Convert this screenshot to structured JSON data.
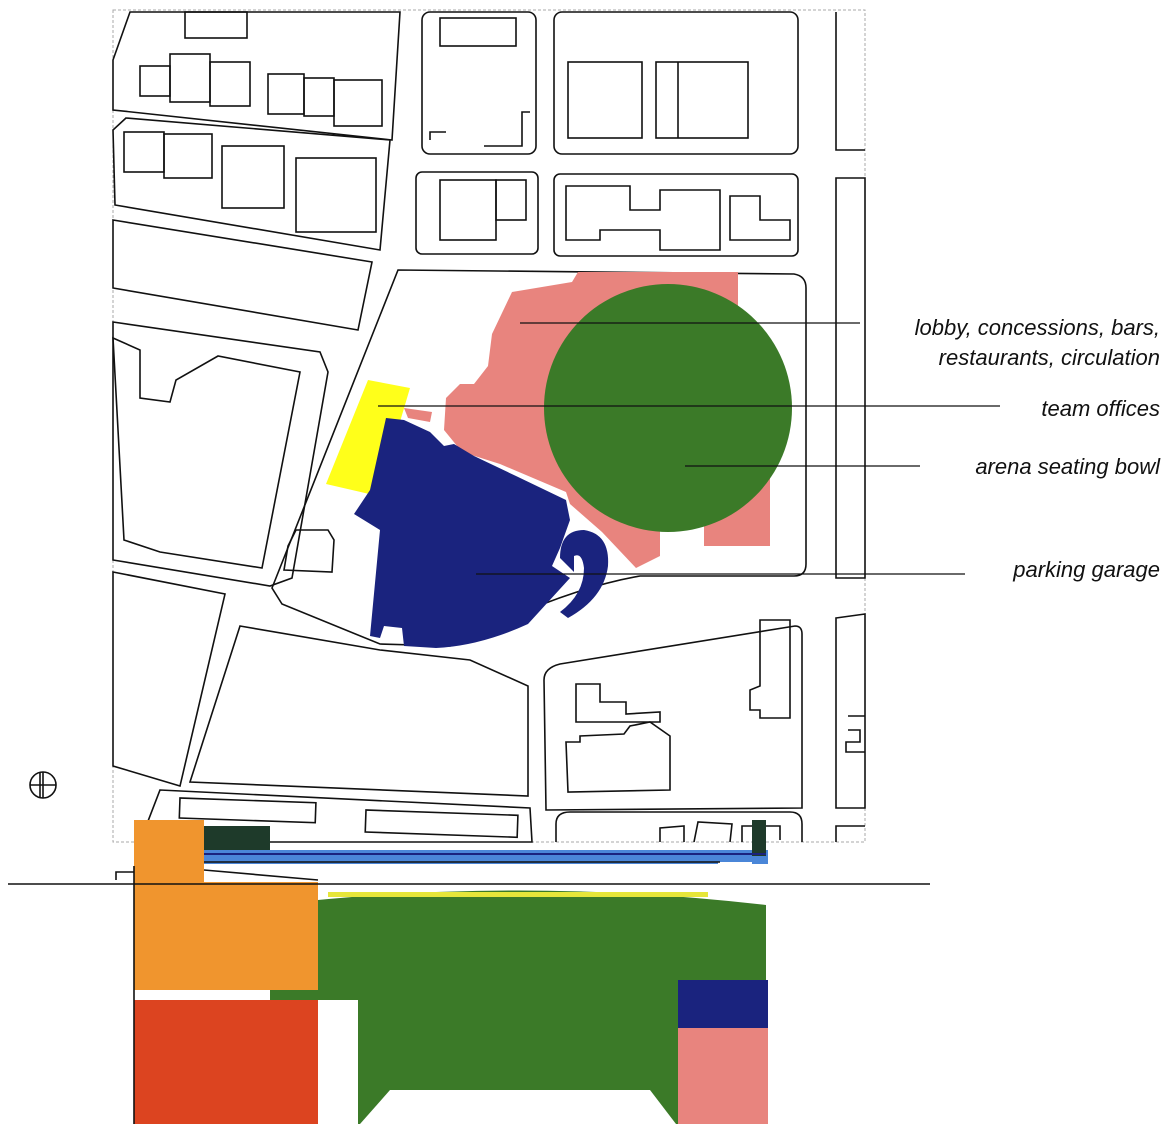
{
  "labels": {
    "lobby": [
      "lobby, concessions, bars,",
      "restaurants, circulation"
    ],
    "team_offices": "team offices",
    "arena": "arena seating bowl",
    "parking": "parking garage"
  },
  "colors": {
    "lobby": "#e8847e",
    "team_offices": "#ffff1a",
    "arena": "#3b7a28",
    "parking": "#1a237e",
    "section_orange": "#f0952e",
    "section_red": "#dc4420",
    "section_blue": "#4a86d8",
    "section_dark": "#1e3a2a",
    "section_yellow_line": "#e6e63a"
  },
  "icons": {
    "north": "north-arrow-icon"
  }
}
